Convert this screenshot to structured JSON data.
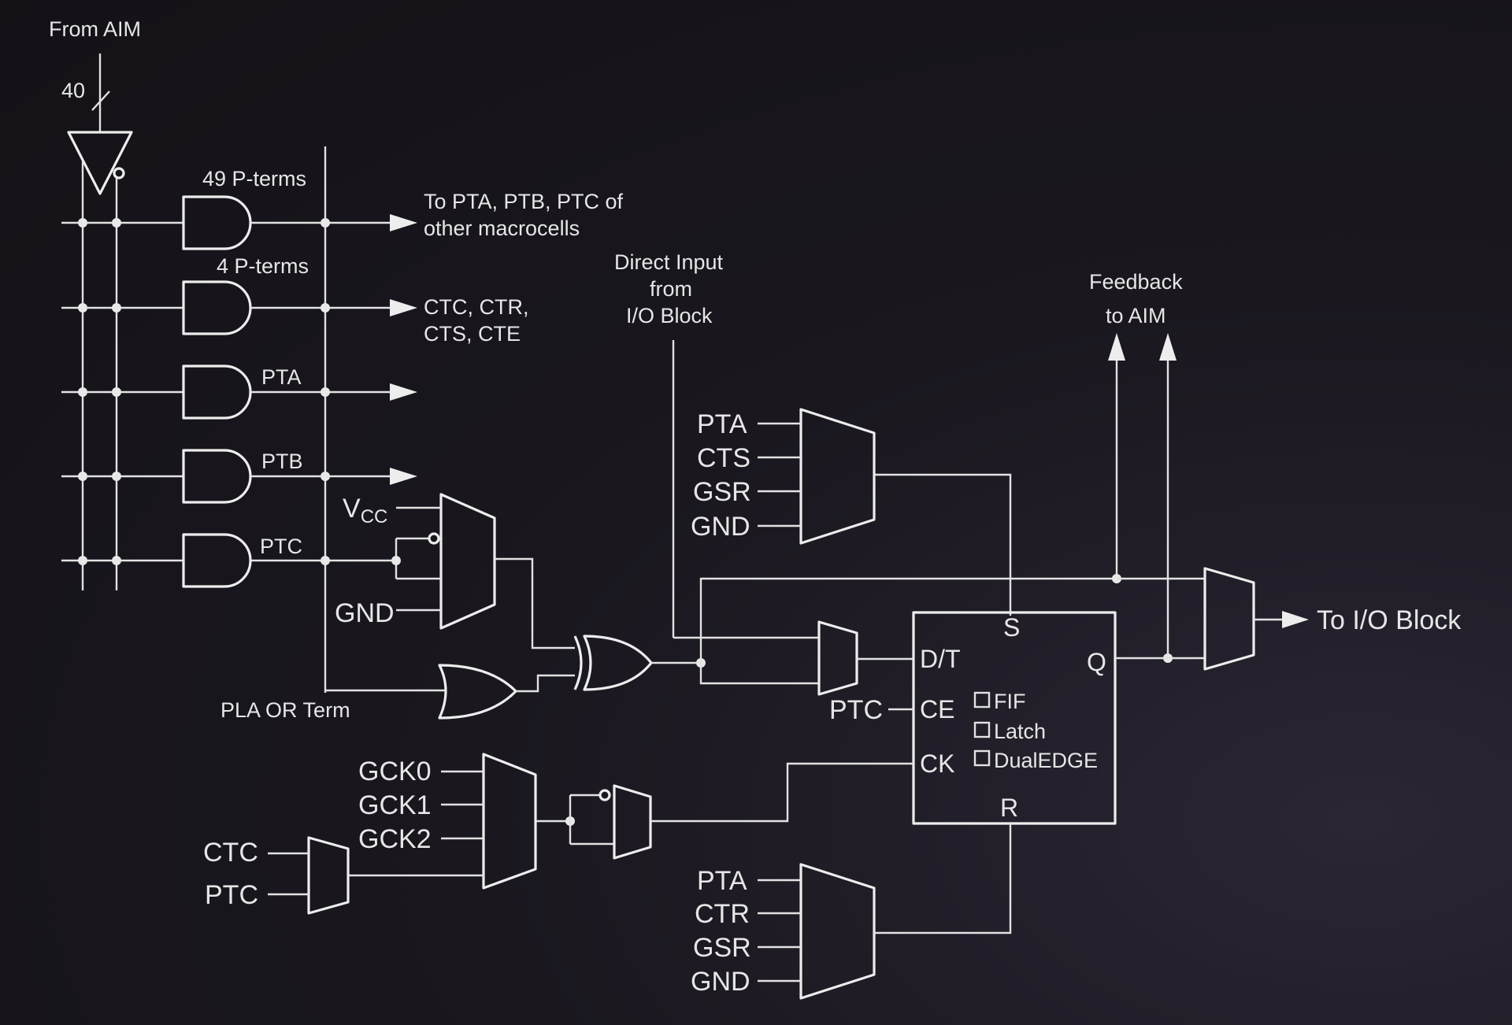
{
  "labels": {
    "from_aim": "From AIM",
    "bus_width": "40",
    "p49": "49 P-terms",
    "p4": "4 P-terms",
    "to_pt_1": "To PTA, PTB, PTC of",
    "to_pt_2": "other macrocells",
    "ctc_1": "CTC, CTR,",
    "ctc_2": "CTS, CTE",
    "pta_gate": "PTA",
    "ptb_gate": "PTB",
    "ptc_gate": "PTC",
    "direct_1": "Direct Input",
    "direct_2": "from",
    "direct_3": "I/O Block",
    "feedback_1": "Feedback",
    "feedback_2": "to AIM",
    "vcc_main": "V",
    "vcc_sub": "CC",
    "gnd_xor": "GND",
    "pla_or": "PLA OR Term",
    "set_in": [
      "PTA",
      "CTS",
      "GSR",
      "GND"
    ],
    "rst_in": [
      "PTA",
      "CTR",
      "GSR",
      "GND"
    ],
    "clk_in": [
      "GCK0",
      "GCK1",
      "GCK2"
    ],
    "ctc": "CTC",
    "ptc_clk": "PTC",
    "ptc_ce": "PTC",
    "ff_s": "S",
    "ff_dt": "D/T",
    "ff_ce": "CE",
    "ff_ck": "CK",
    "ff_q": "Q",
    "ff_r": "R",
    "opt_fif": "FIF",
    "opt_latch": "Latch",
    "opt_dual": "DualEDGE",
    "to_io": "To I/O Block"
  }
}
